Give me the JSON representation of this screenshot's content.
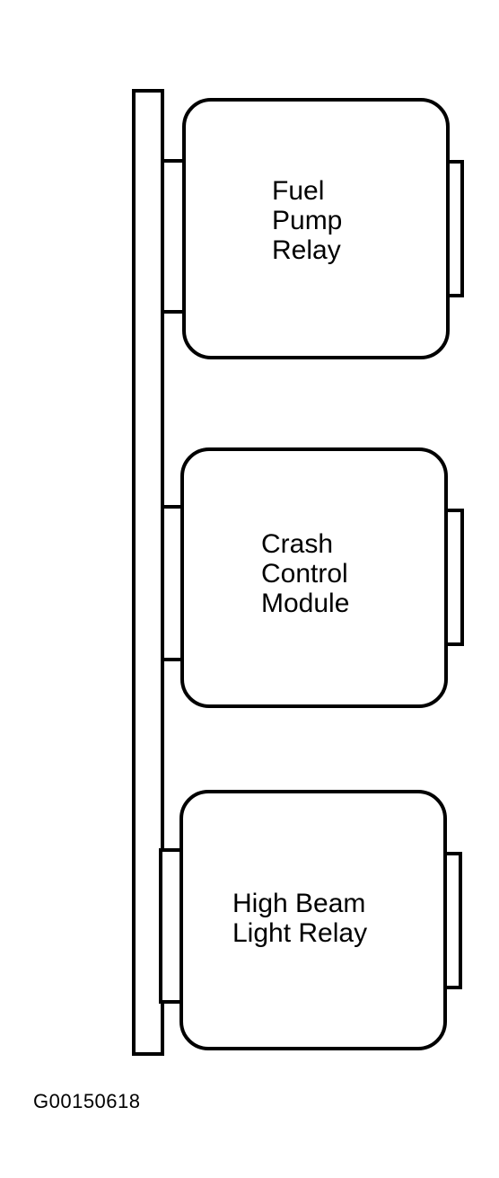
{
  "components": [
    {
      "lines": [
        "Fuel",
        "Pump",
        "Relay"
      ]
    },
    {
      "lines": [
        "Crash",
        "Control",
        "Module"
      ]
    },
    {
      "lines": [
        "High Beam",
        "Light Relay"
      ]
    }
  ],
  "figure_id": "G00150618",
  "colors": {
    "stroke": "#000000",
    "background": "#ffffff"
  }
}
